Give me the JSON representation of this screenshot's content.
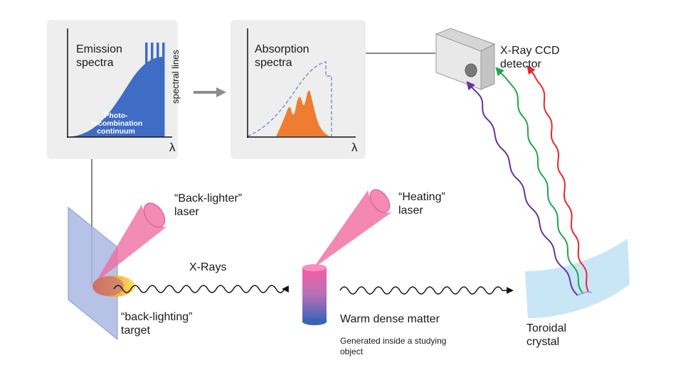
{
  "emission_panel": {
    "title": "Emission\nspectra",
    "continuum_label": "Photo-\nrecombination\ncontinuum",
    "lines_label": "spectral lines",
    "axis_symbol": "λ"
  },
  "absorption_panel": {
    "title": "Absorption\nspectra",
    "axis_symbol": "λ"
  },
  "detector": {
    "label": "X-Ray CCD\ndetector"
  },
  "backlighter_laser": {
    "label": "“Back-lighter”\n  laser"
  },
  "heating_laser": {
    "label": "“Heating”\n  laser"
  },
  "xrays": {
    "label": "X-Rays"
  },
  "target": {
    "label": "“back-lighting”\n  target"
  },
  "wdm": {
    "label": "Warm dense matter",
    "sublabel": "Generated inside a studying\nobject"
  },
  "crystal": {
    "label": "Toroidal\ncrystal"
  },
  "colors": {
    "panel_bg": "#eeeeee",
    "emission_fill": "#3f6cc4",
    "absorption_fill": "#ee7d31",
    "laser_pink": "#f06ba0",
    "crystal": "#c9e6f7",
    "wave_red": "#e8252b",
    "wave_green": "#1ea84a",
    "wave_purple": "#6a2fa3"
  }
}
